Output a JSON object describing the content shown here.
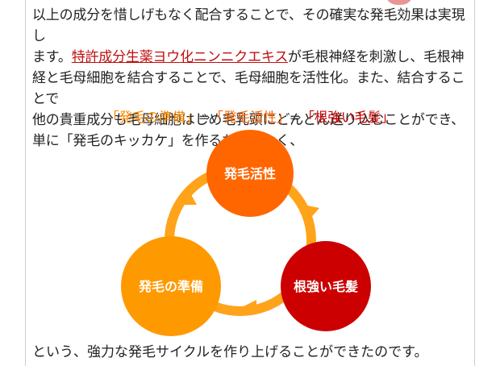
{
  "paragraph": {
    "line1": "以上の成分を惜しげもなく配合することで、その確実な発毛効果は実現し",
    "line2_a": "ます。",
    "line2_link": "特許成分生薬ヨウ化ニンニクエキス",
    "line2_b": "が毛根神経を刺激し、毛根神",
    "line3": "経と毛母細胞を結合することで、毛母細胞を活性化。また、結合することで",
    "line4": "他の貴重成分も毛母細胞はじめ毛乳頭にどんどん送り込むことができ、",
    "line5": "単に「発毛のキッカケ」を作るだけでなく、"
  },
  "headline": {
    "part1": "「発毛の準備」",
    "arrow1": "⇒",
    "part2": "「発毛活性」",
    "arrow2": "⇒",
    "part3": "「根強い毛髪」"
  },
  "cycle": {
    "top": "発毛活性",
    "left": "発毛の準備",
    "right": "根強い毛髪"
  },
  "colors": {
    "orange_light": "#ff9900",
    "orange": "#ff6600",
    "red": "#cc0000",
    "arrow": "#ffa31a"
  },
  "footer": "という、強力な発毛サイクルを作り上げることができたのです。"
}
